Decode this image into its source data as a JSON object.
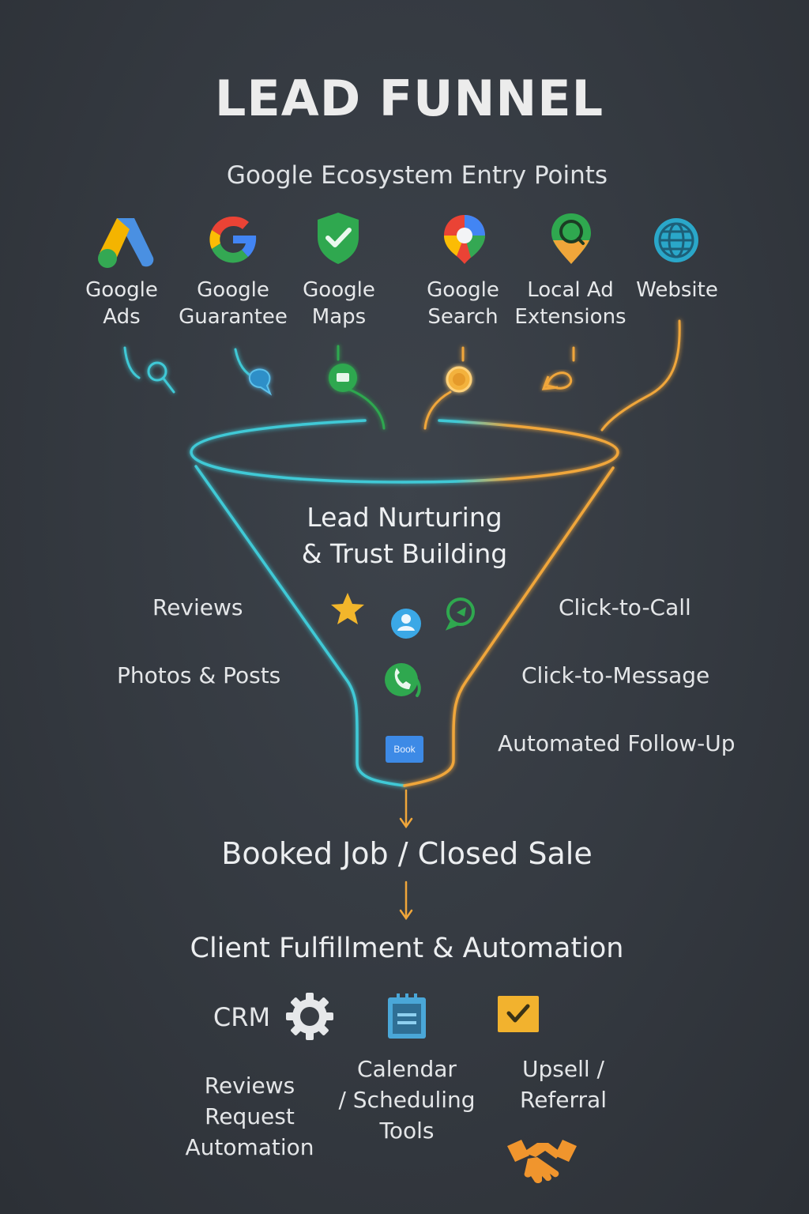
{
  "title": "LEAD FUNNEL",
  "subtitle": "Google Ecosystem Entry Points",
  "sources": [
    {
      "label_line1": "Google",
      "label_line2": "Ads",
      "icon": "google-ads-icon"
    },
    {
      "label_line1": "Google",
      "label_line2": "Guarantee",
      "icon": "google-g-icon"
    },
    {
      "label_line1": "Google",
      "label_line2": "Maps",
      "icon": "shield-check-icon"
    },
    {
      "label_line1": "Google",
      "label_line2": "Search",
      "icon": "map-pin-icon"
    },
    {
      "label_line1": "Local Ad",
      "label_line2": "Extensions",
      "icon": "location-search-icon"
    },
    {
      "label_line1": "Website",
      "label_line2": "",
      "icon": "globe-icon"
    }
  ],
  "funnel": {
    "title_line1": "Lead Nurturing",
    "title_line2": "& Trust Building",
    "left_labels": [
      "Reviews",
      "Photos & Posts"
    ],
    "right_labels": [
      "Click-to-Call",
      "Click-to-Message",
      "Automated Follow-Up"
    ],
    "book_button": "Book"
  },
  "booked": "Booked Job / Closed Sale",
  "fulfillment": {
    "title": "Client Fulfillment & Automation",
    "crm": "CRM",
    "reviews_request": [
      "Reviews",
      "Request",
      "Automation"
    ],
    "calendar": [
      "Calendar",
      "/ Scheduling",
      "Tools"
    ],
    "upsell": [
      "Upsell /",
      "Referral"
    ]
  },
  "colors": {
    "background": "#34393f",
    "teal": "#3fc9d6",
    "orange": "#f0a63a",
    "green": "#2fa84f",
    "blue": "#4aa7e0"
  }
}
